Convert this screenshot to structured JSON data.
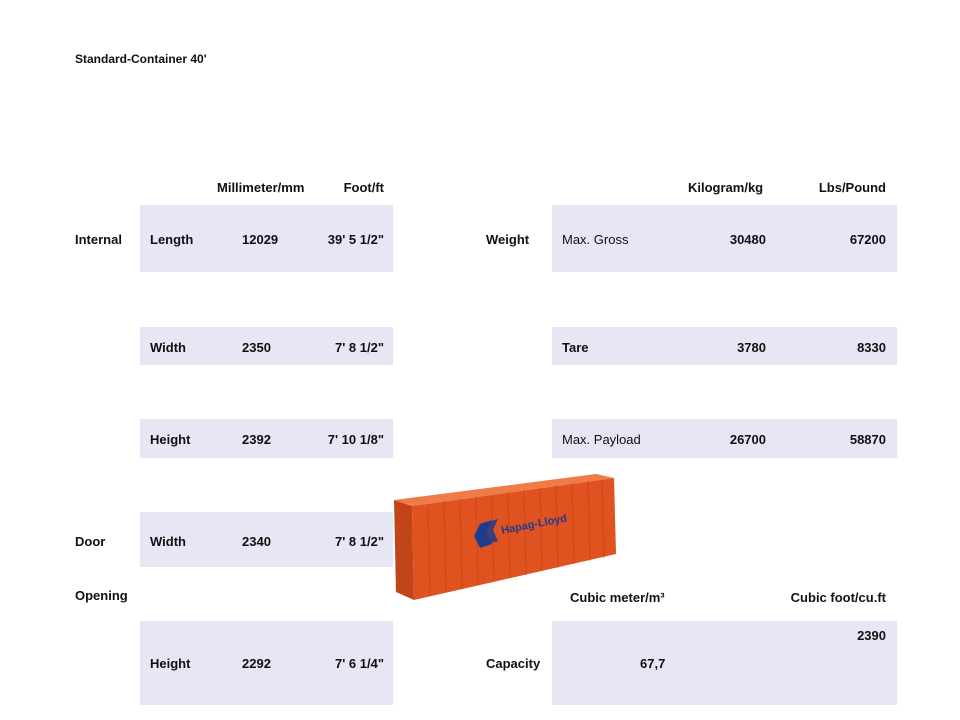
{
  "title": "Standard-Container  40'",
  "left_headers": {
    "mm": "Millimeter/mm",
    "ft": "Foot/ft"
  },
  "right_headers": {
    "kg": "Kilogram/kg",
    "lbs": "Lbs/Pound"
  },
  "internal": {
    "label": "Internal",
    "rows": [
      {
        "name": "Length",
        "mm": "12029",
        "ft": "39' 5 1/2\""
      },
      {
        "name": "Width",
        "mm": "2350",
        "ft": "7' 8 1/2\""
      },
      {
        "name": "Height",
        "mm": "2392",
        "ft": "7' 10 1/8\""
      }
    ]
  },
  "door": {
    "label": "Door",
    "label2": "Opening",
    "rows": [
      {
        "name": "Width",
        "mm": "2340",
        "ft": "7' 8 1/2\""
      },
      {
        "name": "Height",
        "mm": "2292",
        "ft": "7' 6 1/4\""
      }
    ]
  },
  "weight": {
    "label": "Weight",
    "rows": [
      {
        "name": "Max. Gross",
        "kg": "30480",
        "lbs": "67200"
      },
      {
        "name": "Tare",
        "kg": "3780",
        "lbs": "8330"
      },
      {
        "name": "Max. Payload",
        "kg": "26700",
        "lbs": "58870"
      }
    ]
  },
  "capacity": {
    "label": "Capacity",
    "headers": {
      "m3": "Cubic meter/m³",
      "cuft": "Cubic foot/cu.ft"
    },
    "m3": "67,7",
    "cuft": "2390"
  },
  "container_brand": "Hapag-Lloyd",
  "colors": {
    "band": "#e6e6f5",
    "container": "#e0521f",
    "logo": "#1f3c8c"
  }
}
